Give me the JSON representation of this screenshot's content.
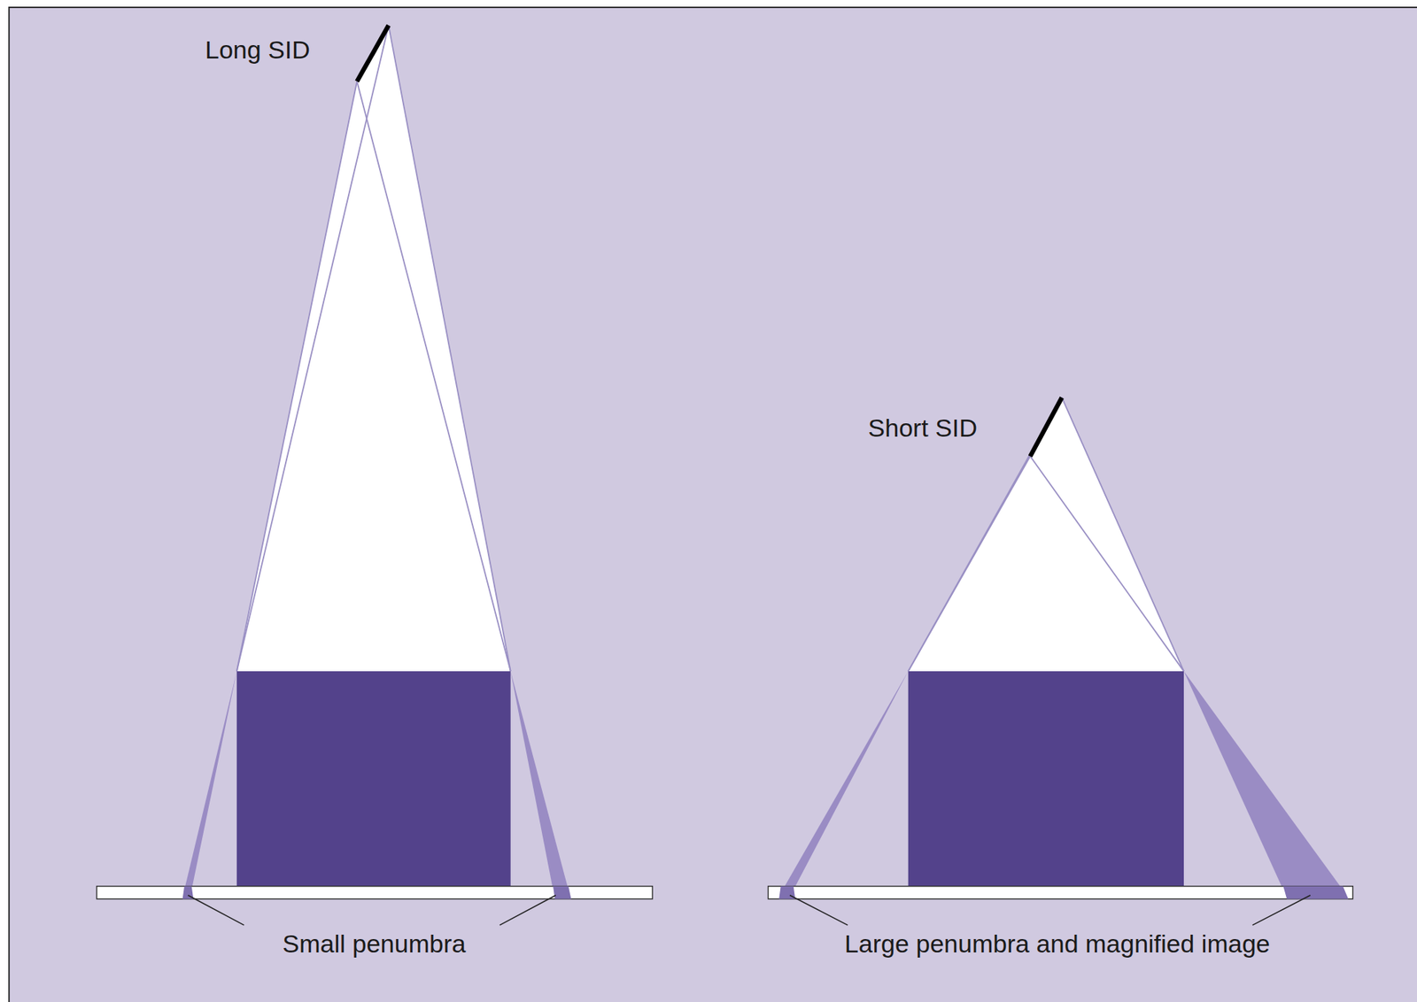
{
  "diagram": {
    "labels": [
      "Long SID",
      "Short SID",
      "Small penumbra",
      "Large penumbra and magnified image"
    ]
  }
}
